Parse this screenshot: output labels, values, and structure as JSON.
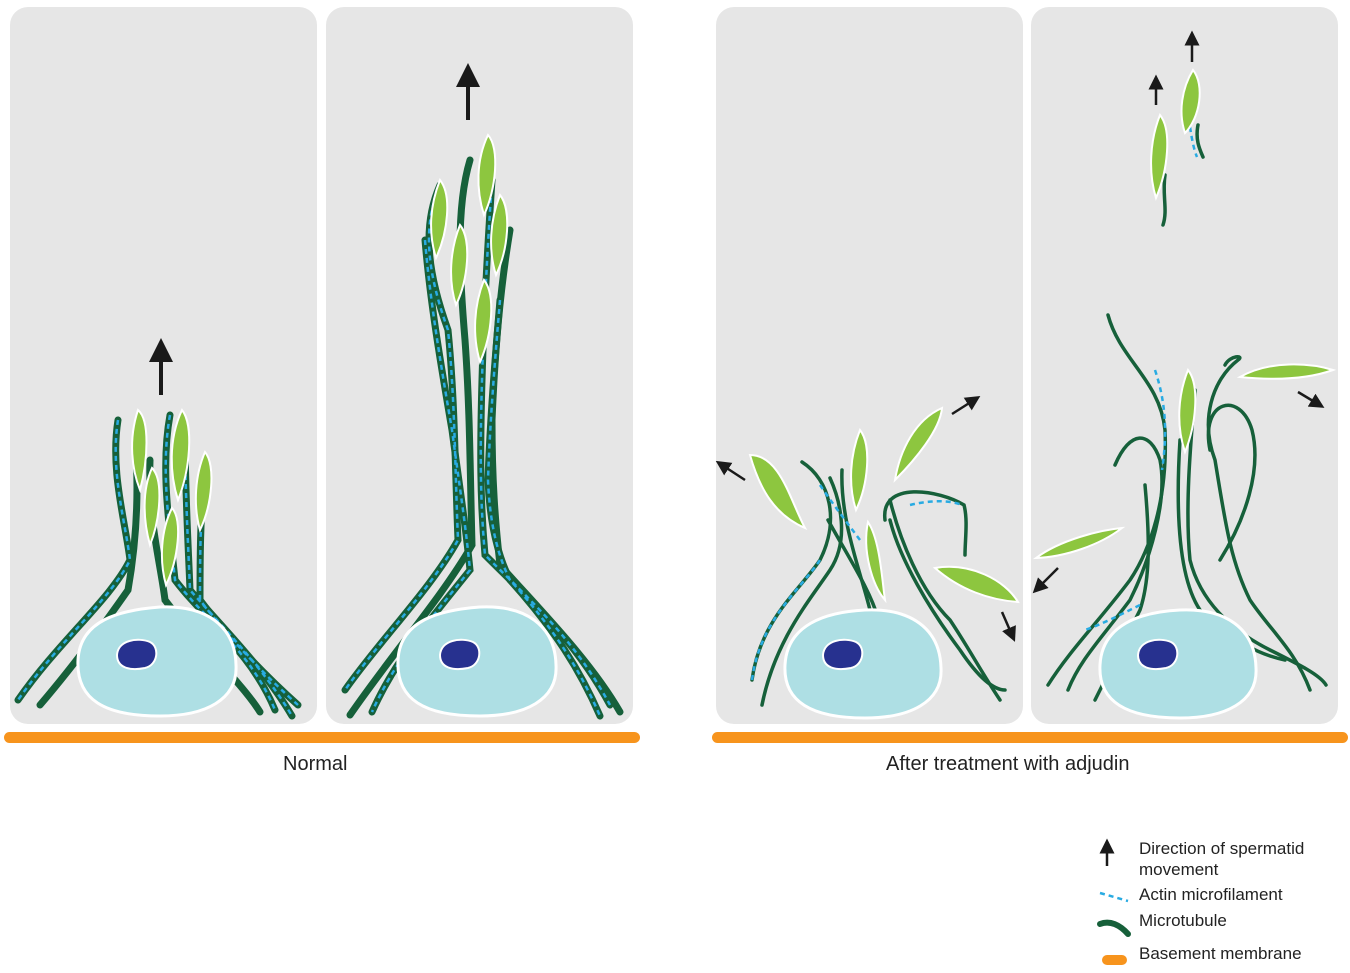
{
  "panels": {
    "normal_caption": "Normal",
    "adjudin_caption": "After treatment with adjudin"
  },
  "legend": {
    "items": [
      {
        "key": "arrow",
        "label": "Direction of spermatid movement"
      },
      {
        "key": "actin",
        "label": "Actin microfilament"
      },
      {
        "key": "microtubule",
        "label": "Microtubule"
      },
      {
        "key": "membrane",
        "label": "Basement membrane"
      }
    ]
  },
  "colors": {
    "cell_background": "#e6e6e6",
    "nucleus": "#aedfe4",
    "nucleolus": "#27318f",
    "microtubule": "#16603a",
    "actin": "#29abe2",
    "spermatid": "#8dc63f",
    "basement_membrane": "#f7941d",
    "arrow": "#1a1a1a"
  }
}
